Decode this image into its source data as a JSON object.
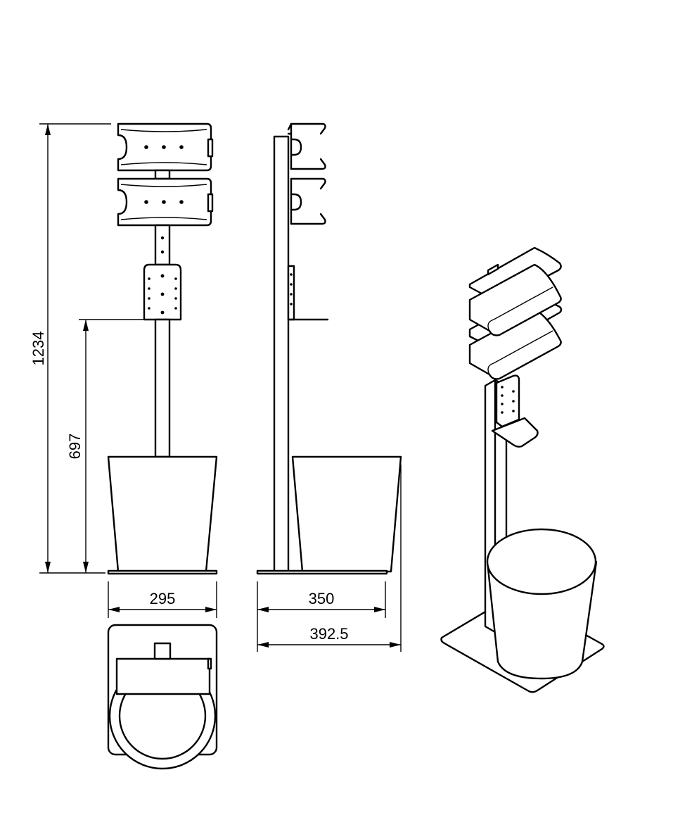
{
  "dimensions": {
    "total_height": "1234",
    "holder_height": "697",
    "front_width": "295",
    "side_width": "350",
    "side_overall_width": "392.5"
  }
}
